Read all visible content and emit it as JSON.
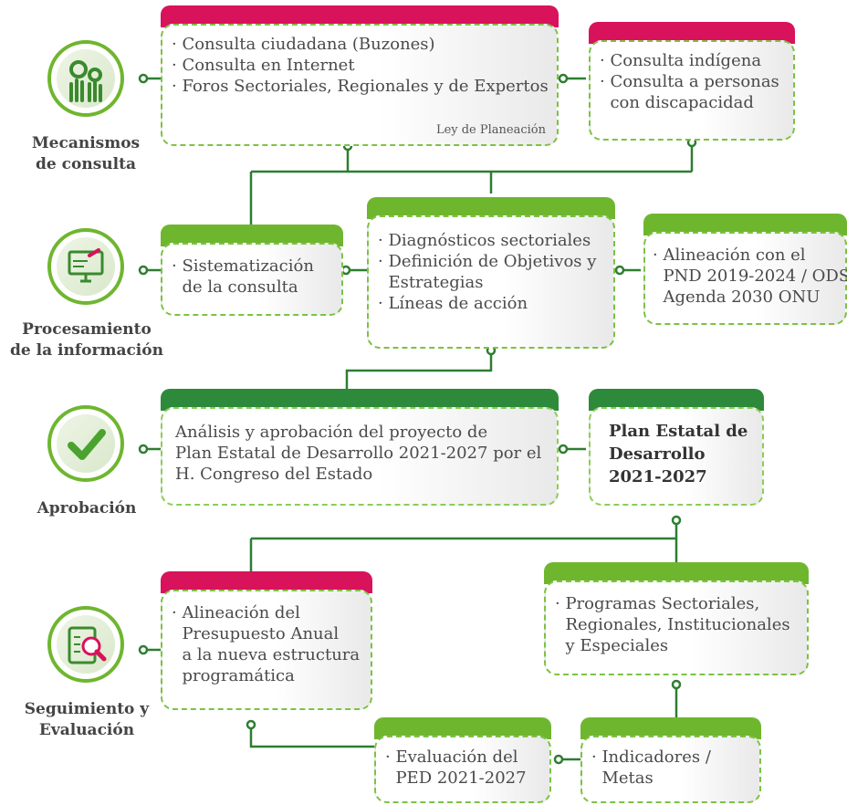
{
  "stages": {
    "consulta": {
      "label_1": "Mecanismos",
      "label_2": "de consulta",
      "icon": "gears-hands-icon"
    },
    "procesamiento": {
      "label_1": "Procesamiento",
      "label_2": "de la información",
      "icon": "computer-hand-icon"
    },
    "aprobacion": {
      "label_1": "Aprobación",
      "icon": "checkmark-icon"
    },
    "seguimiento": {
      "label_1": "Seguimiento y",
      "label_2": "Evaluación",
      "icon": "clipboard-magnifier-icon"
    }
  },
  "boxes": {
    "consulta_principal": {
      "lines": [
        "· Consulta ciudadana (Buzones)",
        "· Consulta en Internet",
        "· Foros Sectoriales, Regionales y de Expertos"
      ],
      "note": "Ley de Planeación"
    },
    "consulta_especial": {
      "lines": [
        "· Consulta indígena",
        "· Consulta a personas",
        "  con discapacidad"
      ]
    },
    "sistematizacion": {
      "lines": [
        "· Sistematización",
        "  de la consulta"
      ]
    },
    "diagnosticos": {
      "lines": [
        "· Diagnósticos sectoriales",
        "· Definición de Objetivos y",
        "  Estrategias",
        "· Líneas de acción"
      ]
    },
    "alineacion_pnd": {
      "lines": [
        "· Alineación con el",
        "  PND 2019-2024 / ODS",
        "  Agenda 2030 ONU"
      ]
    },
    "analisis": {
      "lines": [
        "Análisis y aprobación del proyecto de",
        "Plan Estatal de Desarrollo 2021-2027 por el",
        "H. Congreso del Estado"
      ]
    },
    "plan_estatal": {
      "lines": [
        "Plan Estatal de",
        "Desarrollo",
        "2021-2027"
      ]
    },
    "presupuesto": {
      "lines": [
        "· Alineación del",
        "  Presupuesto Anual",
        "  a la nueva estructura",
        "  programática"
      ]
    },
    "programas": {
      "lines": [
        "· Programas Sectoriales,",
        "  Regionales, Institucionales",
        "  y Especiales"
      ]
    },
    "evaluacion": {
      "lines": [
        "· Evaluación del",
        "  PED 2021-2027"
      ]
    },
    "indicadores": {
      "lines": [
        "· Indicadores /",
        "  Metas"
      ]
    }
  },
  "colors": {
    "pink": "#d8125b",
    "light_green": "#6fb62f",
    "dark_green": "#2d8a3a",
    "connector": "#2e7d32"
  }
}
